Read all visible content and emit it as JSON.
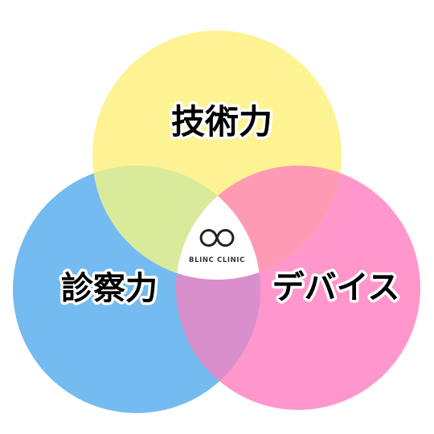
{
  "diagram": {
    "circles": [
      {
        "id": "top",
        "label": "技術力",
        "color": "#fef392"
      },
      {
        "id": "left",
        "label": "診察力",
        "color": "#73bbf0"
      },
      {
        "id": "right",
        "label": "デバイス",
        "color": "#ff97cc"
      }
    ],
    "overlap_colors": {
      "top_left": "#d9eb9b",
      "top_right": "#ff9ab5",
      "left_right": "#d98fcb",
      "center": "#ffffff"
    },
    "center_logo": {
      "brand_text": "BLINC CLINIC",
      "icon": "infinity-cc-logo-icon"
    }
  }
}
